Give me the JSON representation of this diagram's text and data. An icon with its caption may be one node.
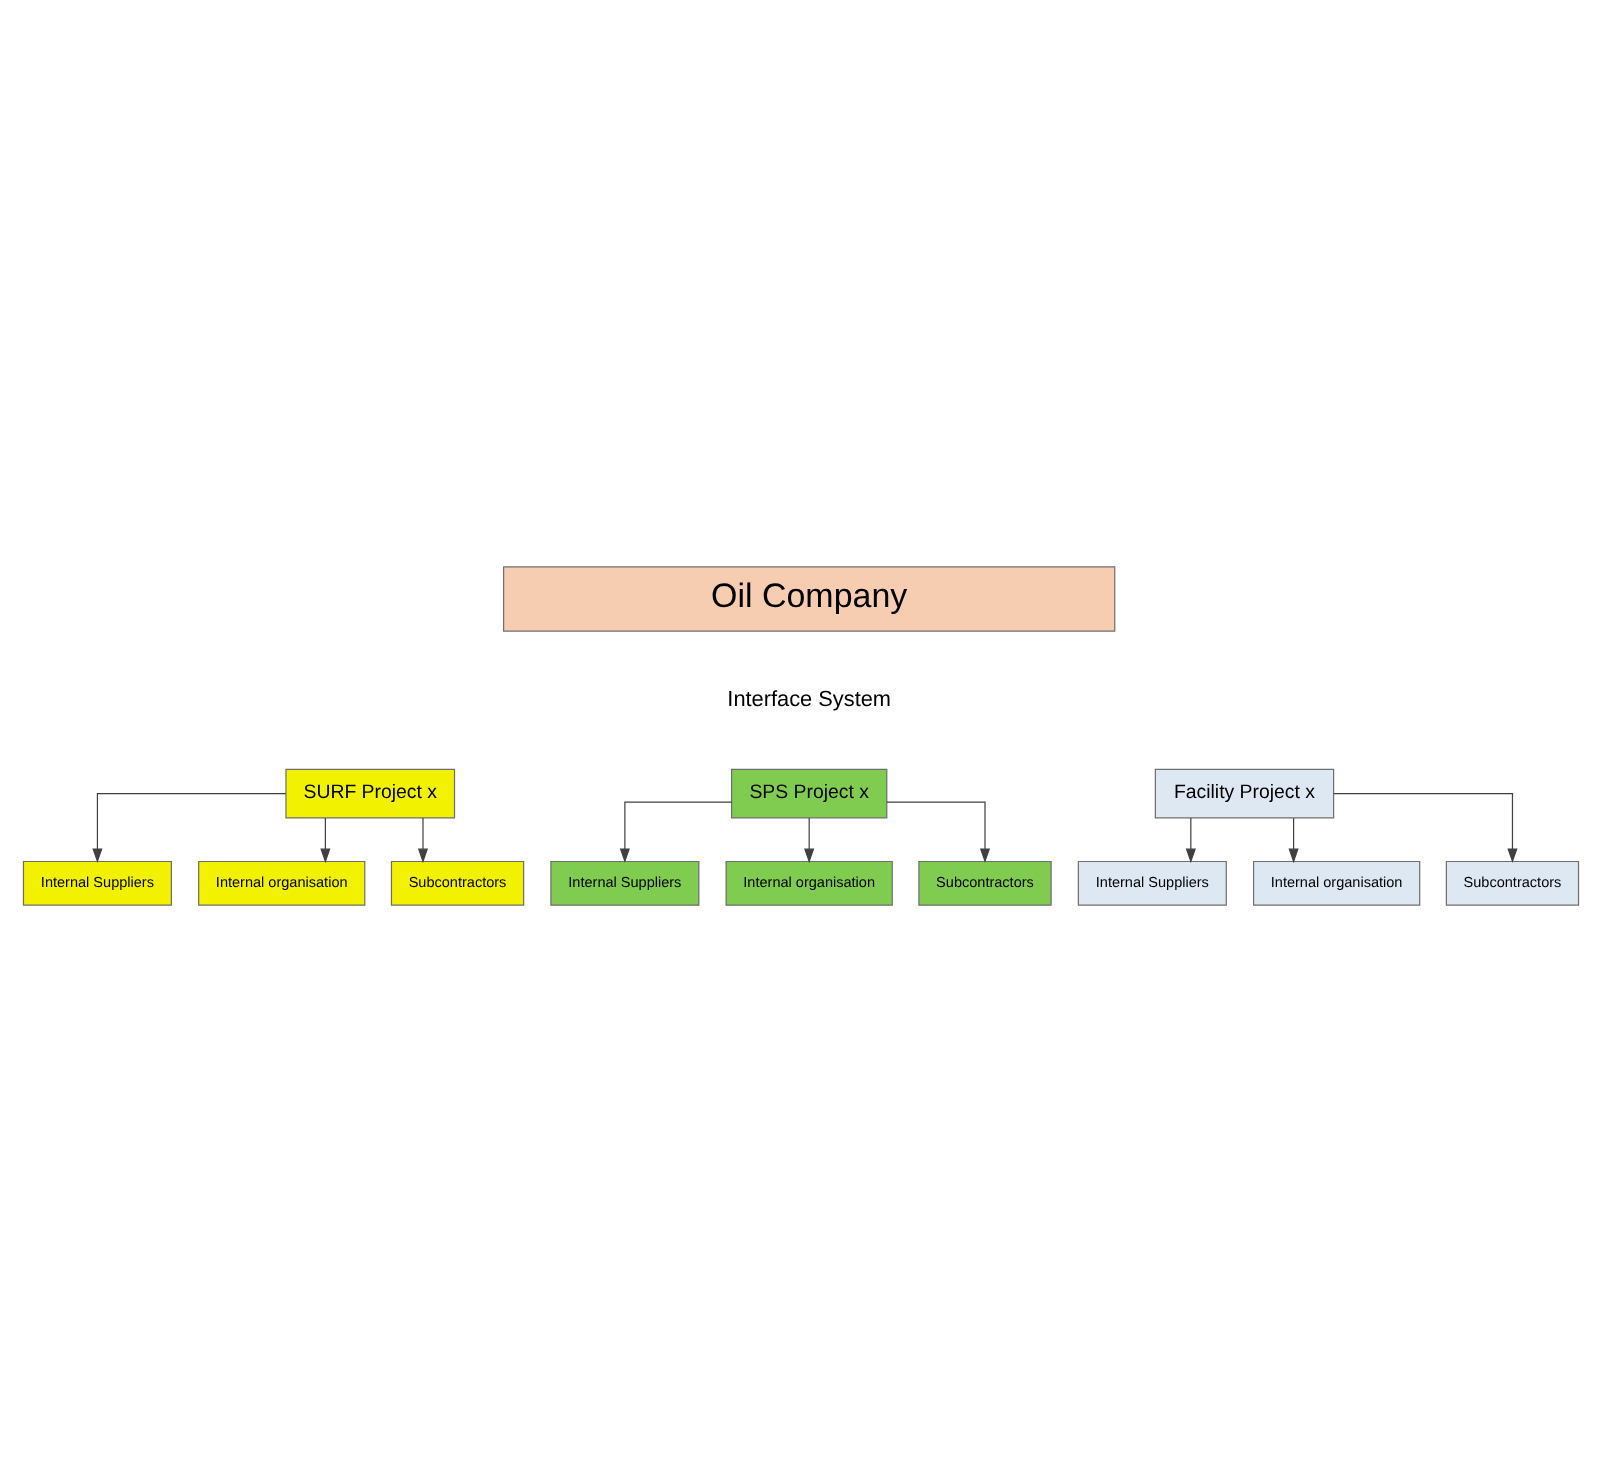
{
  "diagram": {
    "nodes": [
      {
        "text": [
          "Oil Company"
        ]
      },
      {
        "text": [
          "SURF Project x"
        ]
      },
      {
        "text": [
          "Internal Suppliers"
        ]
      },
      {
        "text": [
          "Internal organisation"
        ]
      },
      {
        "text": [
          "Subcontractors"
        ]
      },
      {
        "text": [
          "SPS Project x"
        ]
      },
      {
        "text": [
          "Internal Suppliers"
        ]
      },
      {
        "text": [
          "Internal organisation"
        ]
      },
      {
        "text": [
          "Subcontractors"
        ]
      },
      {
        "text": [
          "Facility Project x"
        ]
      },
      {
        "text": [
          "Internal Suppliers"
        ]
      },
      {
        "text": [
          "Internal organisation"
        ]
      },
      {
        "text": [
          "Subcontractors"
        ]
      }
    ],
    "edges": [
      {
        "from": 1,
        "to": 2,
        "arrow": "to"
      },
      {
        "from": 1,
        "to": 3,
        "arrow": "to"
      },
      {
        "from": 1,
        "to": 4,
        "arrow": "to"
      },
      {
        "from": 5,
        "to": 6,
        "arrow": "to"
      },
      {
        "from": 5,
        "to": 7,
        "arrow": "to"
      },
      {
        "from": 5,
        "to": 8,
        "arrow": "to"
      },
      {
        "from": 9,
        "to": 10,
        "arrow": "to"
      },
      {
        "from": 9,
        "to": 11,
        "arrow": "to"
      },
      {
        "from": 9,
        "to": 12,
        "arrow": "to"
      }
    ],
    "labels": [
      "Interface System"
    ]
  }
}
